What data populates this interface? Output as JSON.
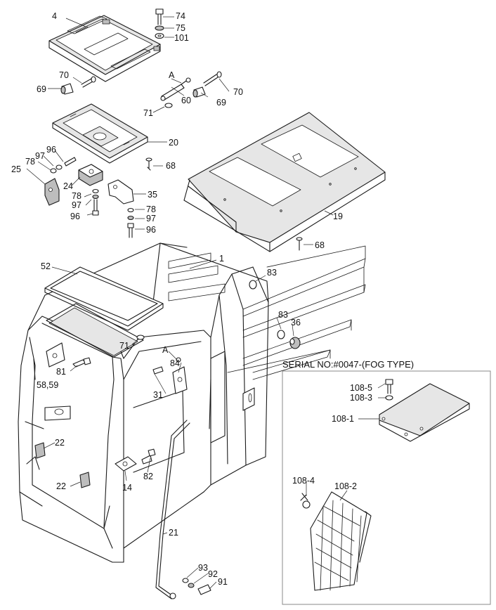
{
  "diagram": {
    "labels": [
      {
        "id": "p4",
        "text": "4"
      },
      {
        "id": "p74",
        "text": "74"
      },
      {
        "id": "p75",
        "text": "75"
      },
      {
        "id": "p101",
        "text": "101"
      },
      {
        "id": "pA1",
        "text": "A"
      },
      {
        "id": "p70a",
        "text": "70"
      },
      {
        "id": "p69a",
        "text": "69"
      },
      {
        "id": "p70b",
        "text": "70"
      },
      {
        "id": "p60",
        "text": "60"
      },
      {
        "id": "p69b",
        "text": "69"
      },
      {
        "id": "p71a",
        "text": "71"
      },
      {
        "id": "p20",
        "text": "20"
      },
      {
        "id": "p68a",
        "text": "68"
      },
      {
        "id": "p96a",
        "text": "96"
      },
      {
        "id": "p97a",
        "text": "97"
      },
      {
        "id": "p78a",
        "text": "78"
      },
      {
        "id": "p25",
        "text": "25"
      },
      {
        "id": "p24",
        "text": "24"
      },
      {
        "id": "p35",
        "text": "35"
      },
      {
        "id": "p78b",
        "text": "78"
      },
      {
        "id": "p97b",
        "text": "97"
      },
      {
        "id": "p96b",
        "text": "96"
      },
      {
        "id": "p78c",
        "text": "78"
      },
      {
        "id": "p97c",
        "text": "97"
      },
      {
        "id": "p96c",
        "text": "96"
      },
      {
        "id": "p19",
        "text": "19"
      },
      {
        "id": "p68b",
        "text": "68"
      },
      {
        "id": "p1",
        "text": "1"
      },
      {
        "id": "p52",
        "text": "52"
      },
      {
        "id": "p83a",
        "text": "83"
      },
      {
        "id": "p83b",
        "text": "83"
      },
      {
        "id": "p36",
        "text": "36"
      },
      {
        "id": "p71b",
        "text": "71"
      },
      {
        "id": "pA2",
        "text": "A"
      },
      {
        "id": "p84",
        "text": "84"
      },
      {
        "id": "p81",
        "text": "81"
      },
      {
        "id": "p5859",
        "text": "58,59"
      },
      {
        "id": "p31",
        "text": "31"
      },
      {
        "id": "p22a",
        "text": "22"
      },
      {
        "id": "p22b",
        "text": "22"
      },
      {
        "id": "p14",
        "text": "14"
      },
      {
        "id": "p82",
        "text": "82"
      },
      {
        "id": "p21",
        "text": "21"
      },
      {
        "id": "p93",
        "text": "93"
      },
      {
        "id": "p92",
        "text": "92"
      },
      {
        "id": "p91",
        "text": "91"
      },
      {
        "id": "p1085",
        "text": "108-5"
      },
      {
        "id": "p1083",
        "text": "108-3"
      },
      {
        "id": "p1081",
        "text": "108-1"
      },
      {
        "id": "p1084",
        "text": "108-4"
      },
      {
        "id": "p1082",
        "text": "108-2"
      }
    ],
    "serial_note": "SERIAL NO:#0047-(FOG TYPE)"
  }
}
